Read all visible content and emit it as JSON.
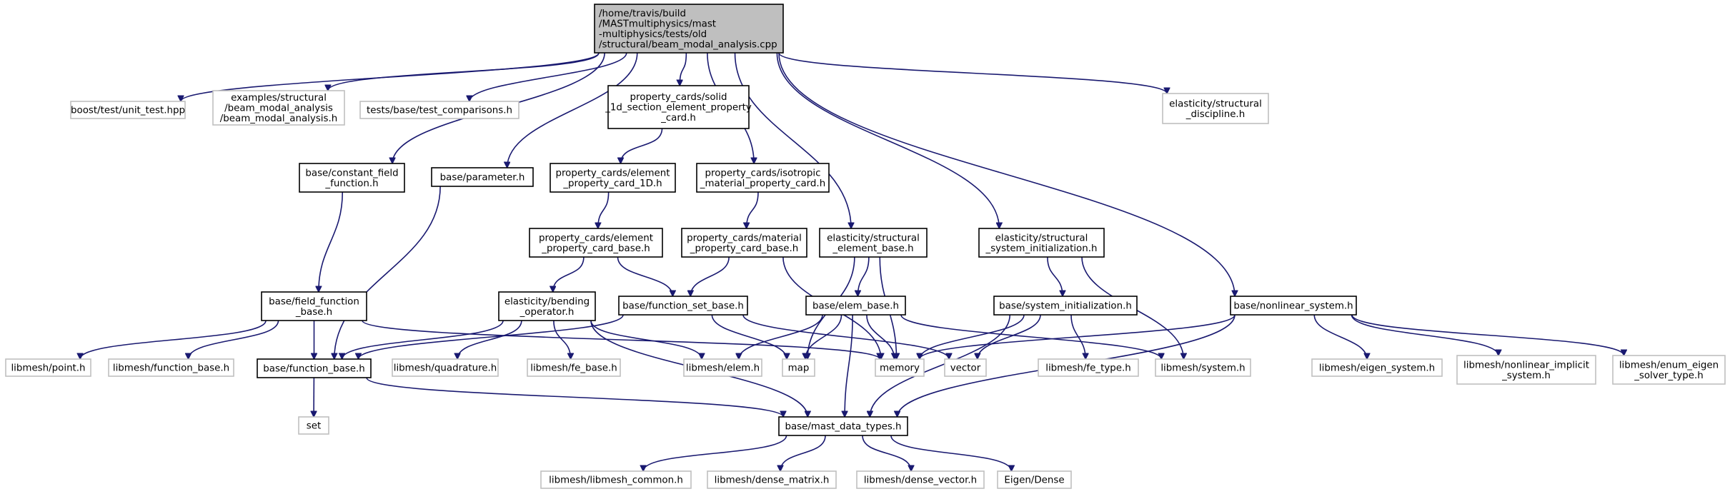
{
  "colors": {
    "edge": "#191970",
    "root_fill": "#bfbfbf",
    "external_border": "#bfbfbf",
    "local_border": "#000000"
  },
  "nodes": [
    {
      "id": "root",
      "kind": "root",
      "lines": [
        "/home/travis/build",
        "/MASTmultiphysics/mast",
        "-multiphysics/tests/old",
        "/structural/beam_modal_analysis.cpp"
      ]
    },
    {
      "id": "unit_test",
      "kind": "external",
      "lines": [
        "boost/test/unit_test.hpp"
      ]
    },
    {
      "id": "beam_modal_analysis_h",
      "kind": "external",
      "lines": [
        "examples/structural",
        "/beam_modal_analysis",
        "/beam_modal_analysis.h"
      ]
    },
    {
      "id": "test_comparisons",
      "kind": "external",
      "lines": [
        "tests/base/test_comparisons.h"
      ]
    },
    {
      "id": "solid_1d_card",
      "kind": "local",
      "lines": [
        "property_cards/solid",
        "_1d_section_element_property",
        "_card.h"
      ]
    },
    {
      "id": "structural_discipline",
      "kind": "external",
      "lines": [
        "elasticity/structural",
        "_discipline.h"
      ]
    },
    {
      "id": "constant_field_function",
      "kind": "local",
      "lines": [
        "base/constant_field",
        "_function.h"
      ]
    },
    {
      "id": "parameter",
      "kind": "local",
      "lines": [
        "base/parameter.h"
      ]
    },
    {
      "id": "element_property_card_1d",
      "kind": "local",
      "lines": [
        "property_cards/element",
        "_property_card_1D.h"
      ]
    },
    {
      "id": "isotropic_material_card",
      "kind": "local",
      "lines": [
        "property_cards/isotropic",
        "_material_property_card.h"
      ]
    },
    {
      "id": "element_property_card_base",
      "kind": "local",
      "lines": [
        "property_cards/element",
        "_property_card_base.h"
      ]
    },
    {
      "id": "material_property_card_base",
      "kind": "local",
      "lines": [
        "property_cards/material",
        "_property_card_base.h"
      ]
    },
    {
      "id": "structural_element_base",
      "kind": "local",
      "lines": [
        "elasticity/structural",
        "_element_base.h"
      ]
    },
    {
      "id": "structural_system_initialization",
      "kind": "local",
      "lines": [
        "elasticity/structural",
        "_system_initialization.h"
      ]
    },
    {
      "id": "field_function_base",
      "kind": "local",
      "lines": [
        "base/field_function",
        "_base.h"
      ]
    },
    {
      "id": "bending_operator",
      "kind": "local",
      "lines": [
        "elasticity/bending",
        "_operator.h"
      ]
    },
    {
      "id": "function_set_base",
      "kind": "local",
      "lines": [
        "base/function_set_base.h"
      ]
    },
    {
      "id": "elem_base",
      "kind": "local",
      "lines": [
        "base/elem_base.h"
      ]
    },
    {
      "id": "system_initialization",
      "kind": "local",
      "lines": [
        "base/system_initialization.h"
      ]
    },
    {
      "id": "nonlinear_system",
      "kind": "local",
      "lines": [
        "base/nonlinear_system.h"
      ]
    },
    {
      "id": "point",
      "kind": "external",
      "lines": [
        "libmesh/point.h"
      ]
    },
    {
      "id": "libmesh_function_base",
      "kind": "external",
      "lines": [
        "libmesh/function_base.h"
      ]
    },
    {
      "id": "function_base",
      "kind": "local",
      "lines": [
        "base/function_base.h"
      ]
    },
    {
      "id": "quadrature",
      "kind": "external",
      "lines": [
        "libmesh/quadrature.h"
      ]
    },
    {
      "id": "fe_base",
      "kind": "external",
      "lines": [
        "libmesh/fe_base.h"
      ]
    },
    {
      "id": "libmesh_elem",
      "kind": "external",
      "lines": [
        "libmesh/elem.h"
      ]
    },
    {
      "id": "map",
      "kind": "external",
      "lines": [
        "map"
      ]
    },
    {
      "id": "memory",
      "kind": "external",
      "lines": [
        "memory"
      ]
    },
    {
      "id": "vector",
      "kind": "external",
      "lines": [
        "vector"
      ]
    },
    {
      "id": "fe_type",
      "kind": "external",
      "lines": [
        "libmesh/fe_type.h"
      ]
    },
    {
      "id": "libmesh_system",
      "kind": "external",
      "lines": [
        "libmesh/system.h"
      ]
    },
    {
      "id": "eigen_system",
      "kind": "external",
      "lines": [
        "libmesh/eigen_system.h"
      ]
    },
    {
      "id": "nonlinear_implicit_system",
      "kind": "external",
      "lines": [
        "libmesh/nonlinear_implicit",
        "_system.h"
      ]
    },
    {
      "id": "enum_eigen_solver_type",
      "kind": "external",
      "lines": [
        "libmesh/enum_eigen",
        "_solver_type.h"
      ]
    },
    {
      "id": "set",
      "kind": "external",
      "lines": [
        "set"
      ]
    },
    {
      "id": "mast_data_types",
      "kind": "local",
      "lines": [
        "base/mast_data_types.h"
      ]
    },
    {
      "id": "libmesh_common",
      "kind": "external",
      "lines": [
        "libmesh/libmesh_common.h"
      ]
    },
    {
      "id": "dense_matrix",
      "kind": "external",
      "lines": [
        "libmesh/dense_matrix.h"
      ]
    },
    {
      "id": "dense_vector",
      "kind": "external",
      "lines": [
        "libmesh/dense_vector.h"
      ]
    },
    {
      "id": "eigen_dense",
      "kind": "external",
      "lines": [
        "Eigen/Dense"
      ]
    }
  ],
  "edges": [
    [
      "root",
      "unit_test"
    ],
    [
      "root",
      "beam_modal_analysis_h"
    ],
    [
      "root",
      "test_comparisons"
    ],
    [
      "root",
      "constant_field_function"
    ],
    [
      "root",
      "parameter"
    ],
    [
      "root",
      "solid_1d_card"
    ],
    [
      "root",
      "isotropic_material_card"
    ],
    [
      "root",
      "structural_element_base"
    ],
    [
      "root",
      "structural_system_initialization"
    ],
    [
      "root",
      "nonlinear_system"
    ],
    [
      "root",
      "structural_discipline"
    ],
    [
      "solid_1d_card",
      "element_property_card_1d"
    ],
    [
      "constant_field_function",
      "field_function_base"
    ],
    [
      "parameter",
      "function_base"
    ],
    [
      "element_property_card_1d",
      "element_property_card_base"
    ],
    [
      "isotropic_material_card",
      "material_property_card_base"
    ],
    [
      "element_property_card_base",
      "bending_operator"
    ],
    [
      "element_property_card_base",
      "function_set_base"
    ],
    [
      "material_property_card_base",
      "function_set_base"
    ],
    [
      "material_property_card_base",
      "memory"
    ],
    [
      "structural_element_base",
      "elem_base"
    ],
    [
      "structural_element_base",
      "map"
    ],
    [
      "structural_element_base",
      "memory"
    ],
    [
      "structural_system_initialization",
      "system_initialization"
    ],
    [
      "structural_system_initialization",
      "libmesh_system"
    ],
    [
      "field_function_base",
      "point"
    ],
    [
      "field_function_base",
      "libmesh_function_base"
    ],
    [
      "field_function_base",
      "function_base"
    ],
    [
      "field_function_base",
      "memory"
    ],
    [
      "bending_operator",
      "quadrature"
    ],
    [
      "bending_operator",
      "fe_base"
    ],
    [
      "bending_operator",
      "libmesh_elem"
    ],
    [
      "bending_operator",
      "mast_data_types"
    ],
    [
      "bending_operator",
      "function_base"
    ],
    [
      "function_set_base",
      "function_base"
    ],
    [
      "function_set_base",
      "map"
    ],
    [
      "function_set_base",
      "vector"
    ],
    [
      "elem_base",
      "libmesh_elem"
    ],
    [
      "elem_base",
      "map"
    ],
    [
      "elem_base",
      "memory"
    ],
    [
      "elem_base",
      "mast_data_types"
    ],
    [
      "elem_base",
      "libmesh_system"
    ],
    [
      "system_initialization",
      "memory"
    ],
    [
      "system_initialization",
      "vector"
    ],
    [
      "system_initialization",
      "fe_type"
    ],
    [
      "system_initialization",
      "mast_data_types"
    ],
    [
      "nonlinear_system",
      "memory"
    ],
    [
      "nonlinear_system",
      "eigen_system"
    ],
    [
      "nonlinear_system",
      "nonlinear_implicit_system"
    ],
    [
      "nonlinear_system",
      "enum_eigen_solver_type"
    ],
    [
      "nonlinear_system",
      "mast_data_types"
    ],
    [
      "function_base",
      "set"
    ],
    [
      "function_base",
      "mast_data_types"
    ],
    [
      "mast_data_types",
      "libmesh_common"
    ],
    [
      "mast_data_types",
      "dense_matrix"
    ],
    [
      "mast_data_types",
      "dense_vector"
    ],
    [
      "mast_data_types",
      "eigen_dense"
    ]
  ]
}
